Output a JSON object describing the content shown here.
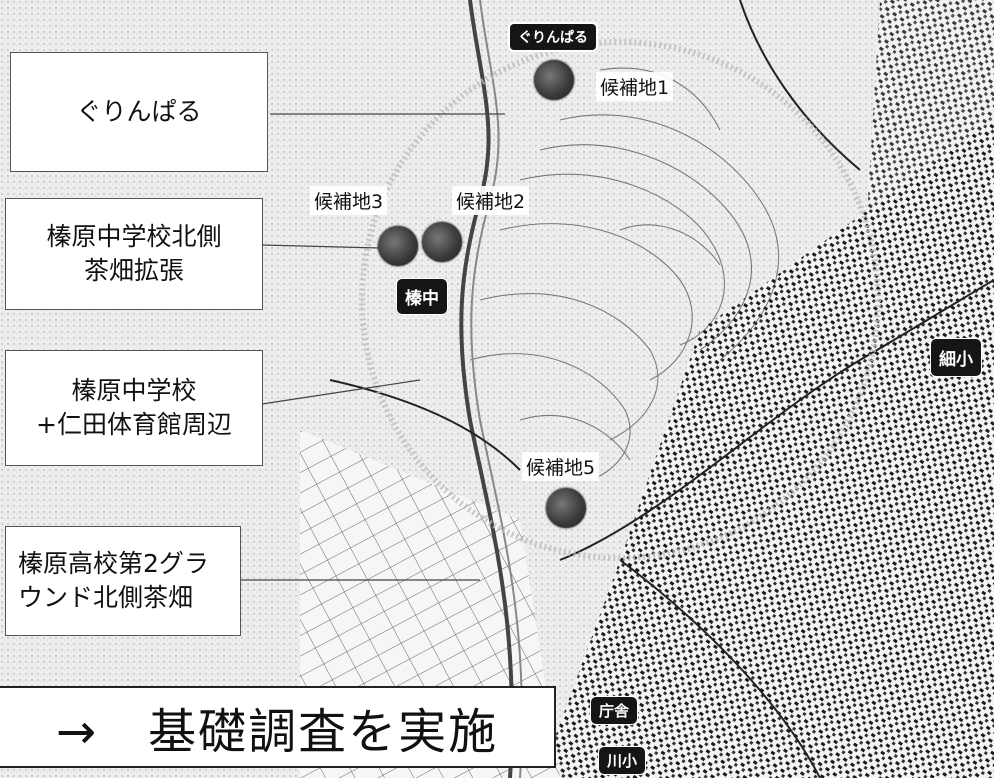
{
  "annotations": [
    {
      "lines": [
        "ぐりんぱる"
      ]
    },
    {
      "lines": [
        "榛原中学校北側",
        "茶畑拡張"
      ]
    },
    {
      "lines": [
        "榛原中学校",
        "+仁田体育館周辺"
      ]
    },
    {
      "lines": [
        "榛原高校第2グラ",
        "ウンド北側茶畑"
      ]
    }
  ],
  "candidate_sites": [
    {
      "label": "候補地1"
    },
    {
      "label": "候補地2"
    },
    {
      "label": "候補地3"
    },
    {
      "label": "候補地5"
    }
  ],
  "map_badges": [
    {
      "label": "ぐりんぱる"
    },
    {
      "label": "榛中"
    },
    {
      "label": "細小"
    },
    {
      "label": "庁舎"
    },
    {
      "label": "川小"
    }
  ],
  "action_text": "→　基礎調査を実施",
  "colors": {
    "map_ink": "#222222",
    "site_marker": "#3c3c3c",
    "badge_bg": "#151515",
    "box_border": "#555555"
  }
}
